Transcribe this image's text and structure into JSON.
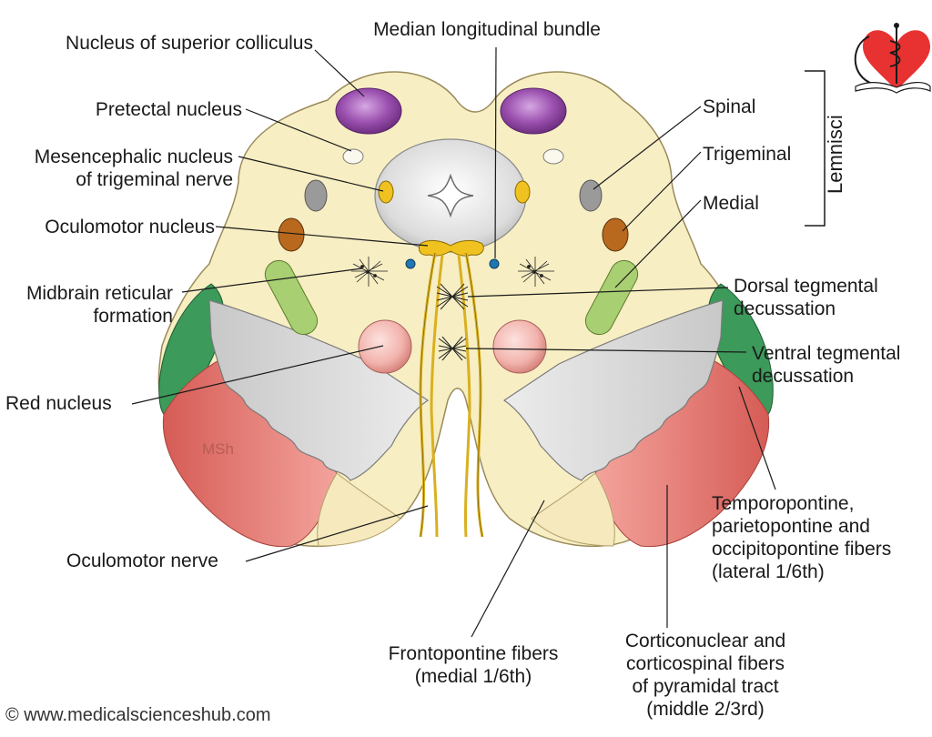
{
  "labels": {
    "superior_colliculus": "Nucleus of superior colliculus",
    "median_longitudinal": "Median longitudinal bundle",
    "pretectal": "Pretectal nucleus",
    "mesencephalic_1": "Mesencephalic nucleus",
    "mesencephalic_2": "of trigeminal nerve",
    "oculomotor_nucleus": "Oculomotor nucleus",
    "reticular_1": "Midbrain reticular",
    "reticular_2": "formation",
    "red_nucleus": "Red nucleus",
    "oculomotor_nerve": "Oculomotor nerve",
    "spinal": "Spinal",
    "trigeminal": "Trigeminal",
    "medial": "Medial",
    "lemnisci": "Lemnisci",
    "dorsal_1": "Dorsal tegmental",
    "dorsal_2": "decussation",
    "ventral_1": "Ventral tegmental",
    "ventral_2": "decussation",
    "temporo_1": "Temporopontine,",
    "temporo_2": "parietopontine and",
    "temporo_3": "occipitopontine fibers",
    "temporo_4": "(lateral 1/6th)",
    "fronto_1": "Frontopontine fibers",
    "fronto_2": "(medial 1/6th)",
    "cortico_1": "Corticonuclear and",
    "cortico_2": "corticospinal fibers",
    "cortico_3": "of pyramidal tract",
    "cortico_4": "(middle 2/3rd)"
  },
  "watermark": "MSh",
  "credit": "© www.medicalscienceshub.com",
  "colors": {
    "tegmentum": "#f7eec3",
    "colliculus": "#9a4fae",
    "red_nucleus": "#f2b3ad",
    "pyramidal": "#e3716a",
    "lateral_fibers": "#3c9a5a",
    "nerve": "#d9b020",
    "substantia_nigra": "#d6d6d6",
    "medial_lemniscus": "#a9cf73",
    "trigeminal_lemniscus": "#b8691e",
    "spinal_lemniscus": "#9a9a9a",
    "mlf": "#1f78b4",
    "logo_heart": "#e83131"
  }
}
